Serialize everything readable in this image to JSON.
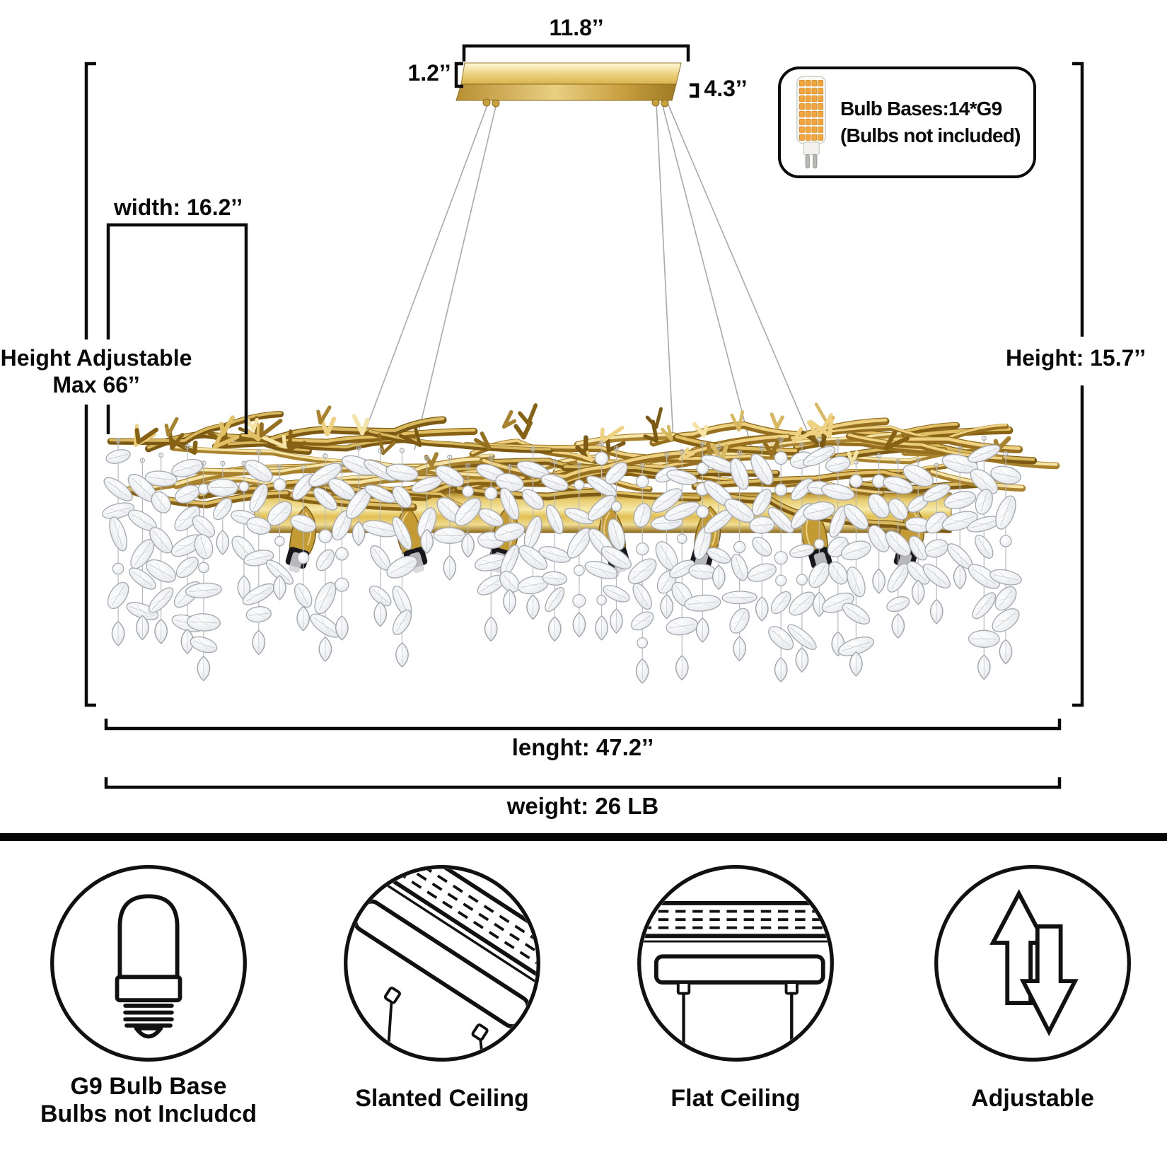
{
  "diagram": {
    "dim_canopy_width": "11.8’’",
    "dim_canopy_height": "1.2’’",
    "dim_canopy_depth": "4.3’’",
    "dim_fixture_width": "width: 16.2’’",
    "dim_height_adjustable_line1": "Height Adjustable",
    "dim_height_adjustable_line2": "Max 66’’",
    "dim_fixture_height": "Height: 15.7’’",
    "dim_length": "lenght: 47.2’’",
    "dim_weight": "weight: 26 LB"
  },
  "bulb_box": {
    "line1": "Bulb Bases:14*G9",
    "line2": "(Bulbs not included)"
  },
  "footer": {
    "items": [
      {
        "icon": "g9-bulb-icon",
        "label_lines": [
          "G9 Bulb Base",
          "Bulbs not Includcd"
        ]
      },
      {
        "icon": "slanted-ceiling-icon",
        "label_lines": [
          "Slanted Ceiling"
        ]
      },
      {
        "icon": "flat-ceiling-icon",
        "label_lines": [
          "Flat Ceiling"
        ]
      },
      {
        "icon": "adjustable-icon",
        "label_lines": [
          "Adjustable"
        ]
      }
    ]
  },
  "colors": {
    "line_black": "#0a0a0a",
    "gold": "#c49b33",
    "gold_light": "#f2dc8c",
    "gold_dark": "#7d5c16",
    "crystal_fill": "#eceef1",
    "crystal_stroke": "#a4a8af",
    "led_chip": "#f3a63b"
  }
}
